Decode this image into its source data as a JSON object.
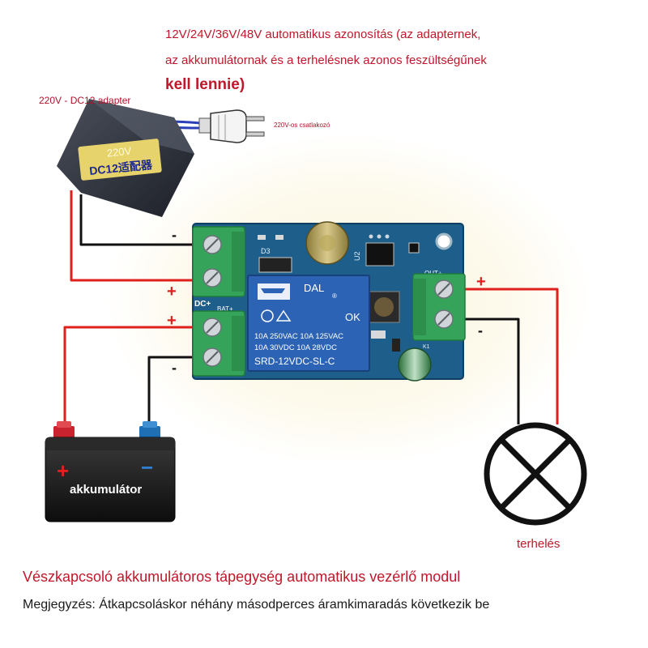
{
  "header": {
    "line1": "12V/24V/36V/48V automatikus azonosítás (az adapternek,",
    "line2": "az akkumulátornak és a terhelésnek azonos feszültségűnek",
    "line3": "kell lennie)"
  },
  "adapter": {
    "caption": "220V - DC12 adapter",
    "label_top": "220V",
    "label_bottom": "DC12适配器"
  },
  "plug": {
    "caption": "220V-os csatlakozó"
  },
  "module": {
    "relay_brand": "DAL",
    "relay_ok": "OK",
    "relay_spec1": "10A 250VAC  10A 125VAC",
    "relay_spec2": "10A   30VDC  10A   28VDC",
    "relay_model": "SRD-12VDC-SL-C",
    "dc_label": "DC+",
    "bat_label": "BAT+",
    "out_label": "OUT+",
    "u2_label": "U2",
    "d3_label": "D3",
    "k1_label": "K1"
  },
  "polarity": {
    "plus": "+",
    "minus": "-"
  },
  "battery": {
    "label": "akkumulátor",
    "plus": "+",
    "minus": "−"
  },
  "load": {
    "caption": "terhelés"
  },
  "footer": {
    "title": "Vészkapcsoló akkumulátoros tápegység automatikus vezérlő modul",
    "note": "Megjegyzés: Átkapcsoláskor néhány másodperces áramkimaradás következik be"
  },
  "colors": {
    "accent_red": "#c0172a",
    "wire_red": "#e0201c",
    "wire_black": "#111111",
    "board_blue": "#1d5f8a",
    "relay_blue": "#2c63b4",
    "terminal_green": "#35a35a"
  }
}
